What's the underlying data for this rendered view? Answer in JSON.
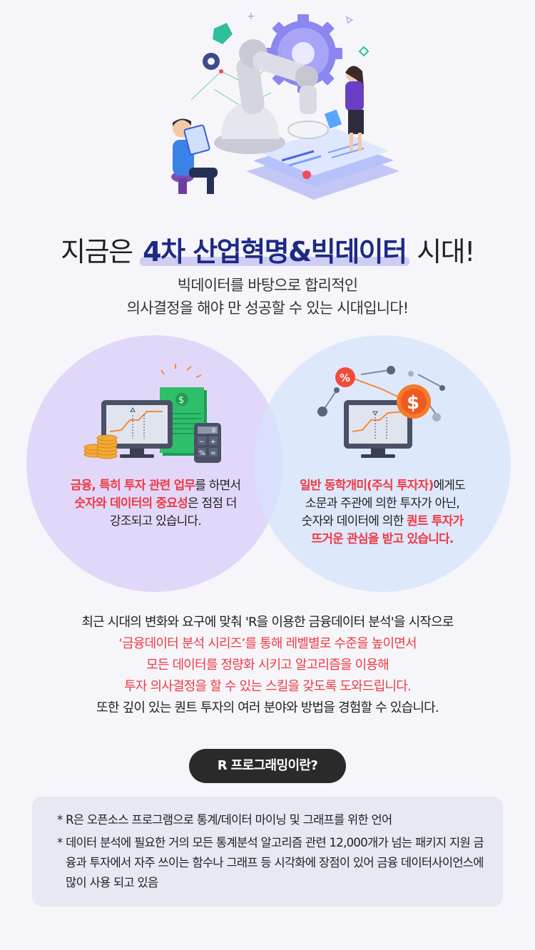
{
  "headline": {
    "prefix": "지금은",
    "highlight": "4차 산업혁명&빅데이터",
    "suffix": "시대!"
  },
  "subline": {
    "line1": "빅데이터를 바탕으로 합리적인",
    "line2": "의사결정을 해야 만 성공할 수 있는 시대입니다!"
  },
  "left_circle": {
    "red1": "금융, 특히 투자 관련 업무",
    "text1": "를 하면서",
    "red2": "숫자와 데이터의 중요성",
    "text2": "은 점점 더",
    "text3": "강조되고 있습니다."
  },
  "right_circle": {
    "red1": "일반 동학개미(주식 투자자)",
    "text1": "에게도",
    "text2": "소문과 주관에 의한 투자가 아닌,",
    "text3": "숫자와 데이터에 의한 ",
    "red2": "퀀트 투자가",
    "red3": "뜨거운 관심을 받고 있습니다.",
    "percent_symbol": "%",
    "dollar_symbol": "$"
  },
  "body": {
    "line1": "최근 시대의 변화와 요구에 맞춰 'R을 이용한 금융데이터 분석'을 시작으로",
    "line2": "‘금융데이터 분석 시리즈’를 통해 레벨별로 수준을 높이면서",
    "line3": "모든 데이터를 정량화 시키고 알고리즘을 이용해",
    "line4": "투자 의사결정을 할 수 있는 스킬을 갖도록 도와드립니다.",
    "line5": "또한 깊이 있는 퀀트 투자의 여러 분야와 방법을 경험할 수 있습니다."
  },
  "pill_label": "R 프로그래밍이란?",
  "info": {
    "item1": "* R은 오픈소스 프로그램으로 통계/데이터 마이닝 및 그래프를 위한 언어",
    "item2": "* 데이터 분석에 필요한 거의 모든 통계분석 알고리즘 관련 12,000개가 넘는 패키지 지원 금융과 투자에서 자주 쓰이는 함수나 그래프 등 시각화에 장점이 있어 금융 데이터사이언스에 많이 사용 되고 있음"
  },
  "colors": {
    "accent_red": "#f03a45",
    "navy": "#1c2a86",
    "highlight_bar": "#cfcdf4",
    "pill_bg": "#2a2a2a"
  },
  "icons": [
    "robot-arm-illustration",
    "gear-icon",
    "man-with-tablet-illustration",
    "woman-with-document-illustration",
    "monitor-chart-icon",
    "money-bills-icon",
    "calculator-icon",
    "coin-stack-icon",
    "percent-icon",
    "dollar-coin-icon"
  ]
}
